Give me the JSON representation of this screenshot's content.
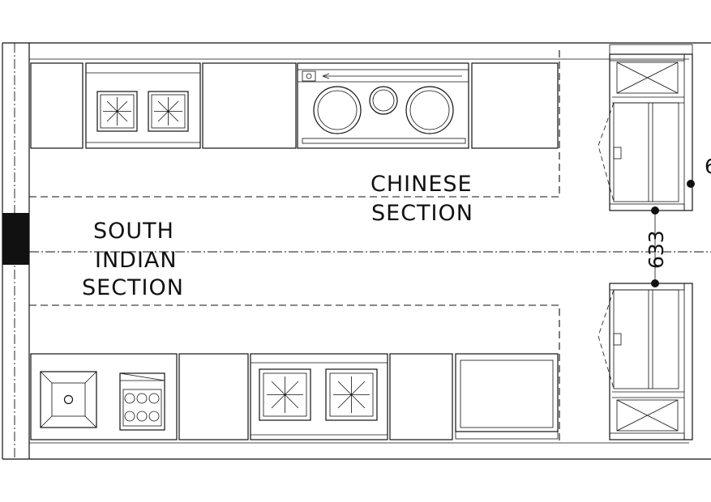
{
  "labels": {
    "chinese_line1": "CHINESE",
    "chinese_line2": "SECTION",
    "south_line1": "SOUTH",
    "south_line2": "INDIAN",
    "south_line3": "SECTION"
  },
  "dimension": "633",
  "colors": {
    "line": "#111111",
    "wall_fill": "#111111",
    "background": "#ffffff"
  },
  "icons": [
    "two-burner-range-icon",
    "wok-range-icon",
    "griddle-icon",
    "grill-icon",
    "idli-steamer-icon",
    "refrigerator-icon"
  ]
}
